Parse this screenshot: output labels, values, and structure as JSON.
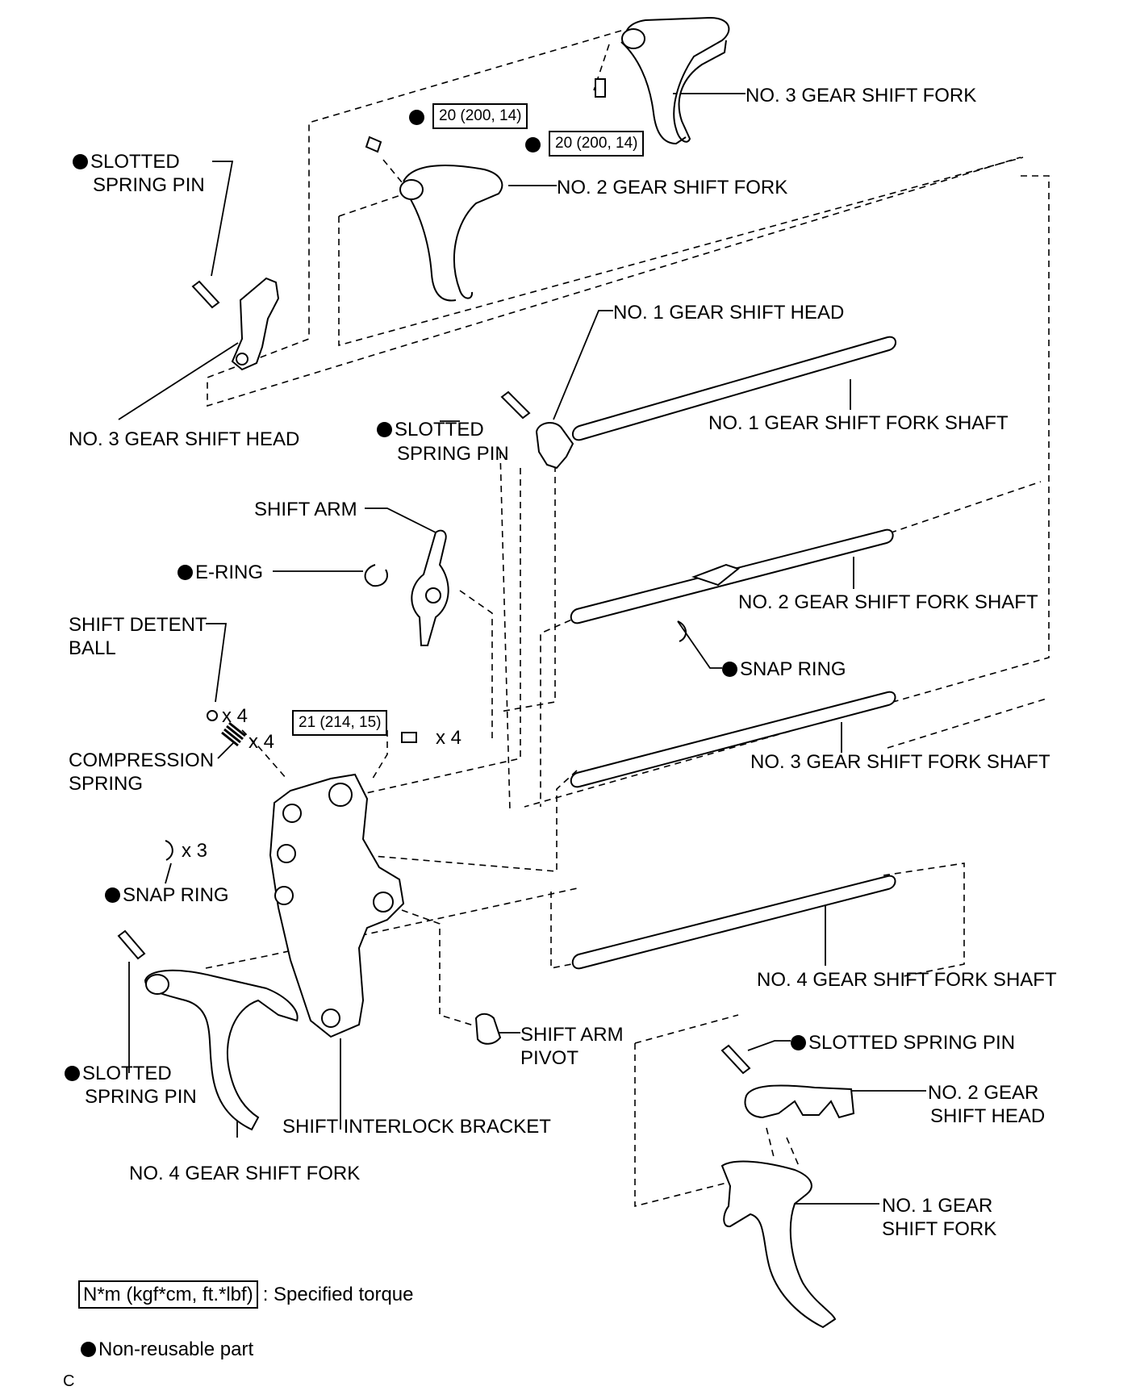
{
  "labels": {
    "no3_fork": "NO. 3 GEAR SHIFT FORK",
    "no2_fork": "NO. 2 GEAR SHIFT FORK",
    "slotted_pin_top_1": "SLOTTED",
    "slotted_pin_top_2": "SPRING PIN",
    "no3_head": "NO. 3 GEAR SHIFT HEAD",
    "no1_head": "NO. 1 GEAR SHIFT HEAD",
    "slotted_pin_mid_1": "SLOTTED",
    "slotted_pin_mid_2": "SPRING PIN",
    "no1_shaft": "NO. 1 GEAR SHIFT FORK SHAFT",
    "shift_arm": "SHIFT ARM",
    "e_ring": "E-RING",
    "no2_shaft": "NO. 2 GEAR SHIFT FORK SHAFT",
    "detent_ball_1": "SHIFT DETENT",
    "detent_ball_2": "BALL",
    "snap_ring_right": "SNAP RING",
    "compression_1": "COMPRESSION",
    "compression_2": "SPRING",
    "no3_shaft": "NO. 3 GEAR SHIFT FORK SHAFT",
    "snap_ring_left": "SNAP RING",
    "no4_shaft": "NO. 4 GEAR SHIFT FORK SHAFT",
    "slotted_pin_right": "SLOTTED SPRING PIN",
    "shift_arm_pivot_1": "SHIFT ARM",
    "shift_arm_pivot_2": "PIVOT",
    "no2_head_1": "NO. 2 GEAR",
    "no2_head_2": "SHIFT HEAD",
    "slotted_pin_left_1": "SLOTTED",
    "slotted_pin_left_2": "SPRING PIN",
    "interlock": "SHIFT INTERLOCK BRACKET",
    "no4_fork": "NO. 4 GEAR SHIFT FORK",
    "no1_fork_1": "NO. 1 GEAR",
    "no1_fork_2": "SHIFT FORK"
  },
  "torque": {
    "bolt_a": "20 (200, 14)",
    "bolt_b": "20 (200, 14)",
    "bolt_c": "21 (214, 15)"
  },
  "quantities": {
    "ball": "x 4",
    "spring": "x 4",
    "bolt": "x 4",
    "snap": "x 3"
  },
  "legend": {
    "torque_unit": "N*m (kgf*cm, ft.*lbf)",
    "torque_text": ": Specified torque",
    "nonreusable_text": "Non-reusable part"
  },
  "code": "C"
}
